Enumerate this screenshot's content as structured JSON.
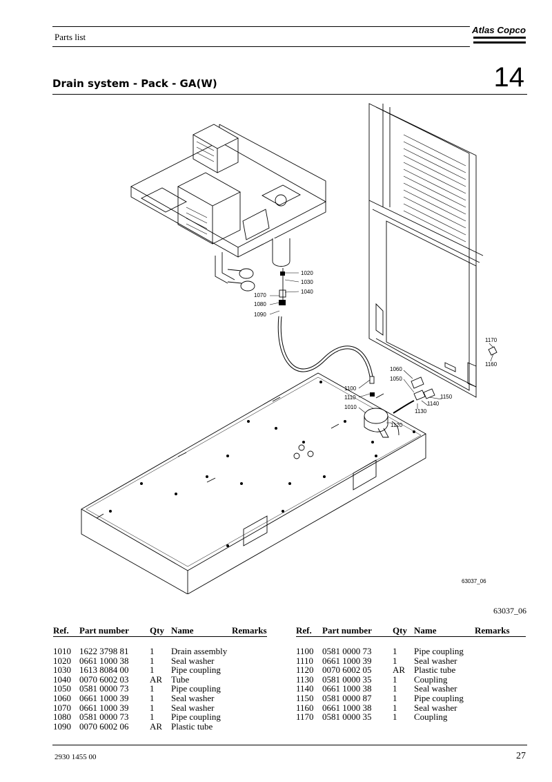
{
  "header": {
    "title": "Parts list",
    "brand": "Atlas Copco"
  },
  "section": {
    "title": "Drain system - Pack - GA(W)",
    "number": "14"
  },
  "figure": {
    "code_inside": "63037_06",
    "code_below": "63037_06",
    "callouts": [
      "1020",
      "1030",
      "1040",
      "1070",
      "1080",
      "1090",
      "1170",
      "1160",
      "1060",
      "1050",
      "1100",
      "1110",
      "1010",
      "1150",
      "1140",
      "1130",
      "1120"
    ]
  },
  "table": {
    "headers": {
      "ref": "Ref.",
      "part": "Part number",
      "qty": "Qty",
      "name": "Name",
      "remarks": "Remarks"
    },
    "left_rows": [
      {
        "ref": "1010",
        "part": "1622 3798 81",
        "qty": "1",
        "name": "Drain assembly"
      },
      {
        "ref": "1020",
        "part": "0661 1000 38",
        "qty": "1",
        "name": "Seal washer"
      },
      {
        "ref": "1030",
        "part": "1613 8084 00",
        "qty": "1",
        "name": "Pipe coupling"
      },
      {
        "ref": "1040",
        "part": "0070 6002 03",
        "qty": "AR",
        "name": "Tube"
      },
      {
        "ref": "1050",
        "part": "0581 0000 73",
        "qty": "1",
        "name": "Pipe coupling"
      },
      {
        "ref": "1060",
        "part": "0661 1000 39",
        "qty": "1",
        "name": "Seal washer"
      },
      {
        "ref": "1070",
        "part": "0661 1000 39",
        "qty": "1",
        "name": "Seal washer"
      },
      {
        "ref": "1080",
        "part": "0581 0000 73",
        "qty": "1",
        "name": "Pipe coupling"
      },
      {
        "ref": "1090",
        "part": "0070 6002 06",
        "qty": "AR",
        "name": "Plastic tube"
      }
    ],
    "right_rows": [
      {
        "ref": "1100",
        "part": "0581 0000 73",
        "qty": "1",
        "name": "Pipe coupling"
      },
      {
        "ref": "1110",
        "part": "0661 1000 39",
        "qty": "1",
        "name": "Seal washer"
      },
      {
        "ref": "1120",
        "part": "0070 6002 05",
        "qty": "AR",
        "name": "Plastic tube"
      },
      {
        "ref": "1130",
        "part": "0581 0000 35",
        "qty": "1",
        "name": "Coupling"
      },
      {
        "ref": "1140",
        "part": "0661 1000 38",
        "qty": "1",
        "name": "Seal washer"
      },
      {
        "ref": "1150",
        "part": "0581 0000 87",
        "qty": "1",
        "name": "Pipe coupling"
      },
      {
        "ref": "1160",
        "part": "0661 1000 38",
        "qty": "1",
        "name": "Seal washer"
      },
      {
        "ref": "1170",
        "part": "0581 0000 35",
        "qty": "1",
        "name": "Coupling"
      }
    ]
  },
  "footer": {
    "doc_number": "2930 1455 00",
    "page": "27"
  }
}
